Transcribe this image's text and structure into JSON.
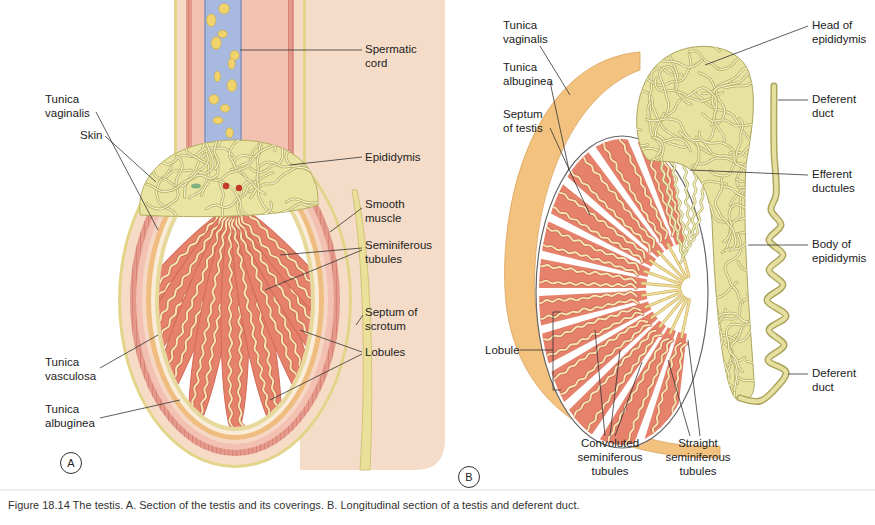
{
  "diagram": {
    "caption": "Figure 18.14 The testis. A. Section of the testis and its coverings. B. Longitudinal section of a testis and deferent duct.",
    "labels": [
      "Tunica vaginalis",
      "Spermatic cord",
      "Skin",
      "Epididymis",
      "Smooth muscle",
      "Seminiferous tubules",
      "Septum of scrotum",
      "Lobules",
      "Tunica vasculosa",
      "Tunica albuginea",
      "A",
      "Tunica vaginalis",
      "Head of epididymis",
      "Tunica albuginea",
      "Deferent duct",
      "Septum of testis",
      "Efferent ductules",
      "Body of epididymis",
      "Lobule",
      "Deferent duct",
      "Convoluted seminiferous tubules",
      "Straight seminiferous tubules",
      "B"
    ]
  }
}
